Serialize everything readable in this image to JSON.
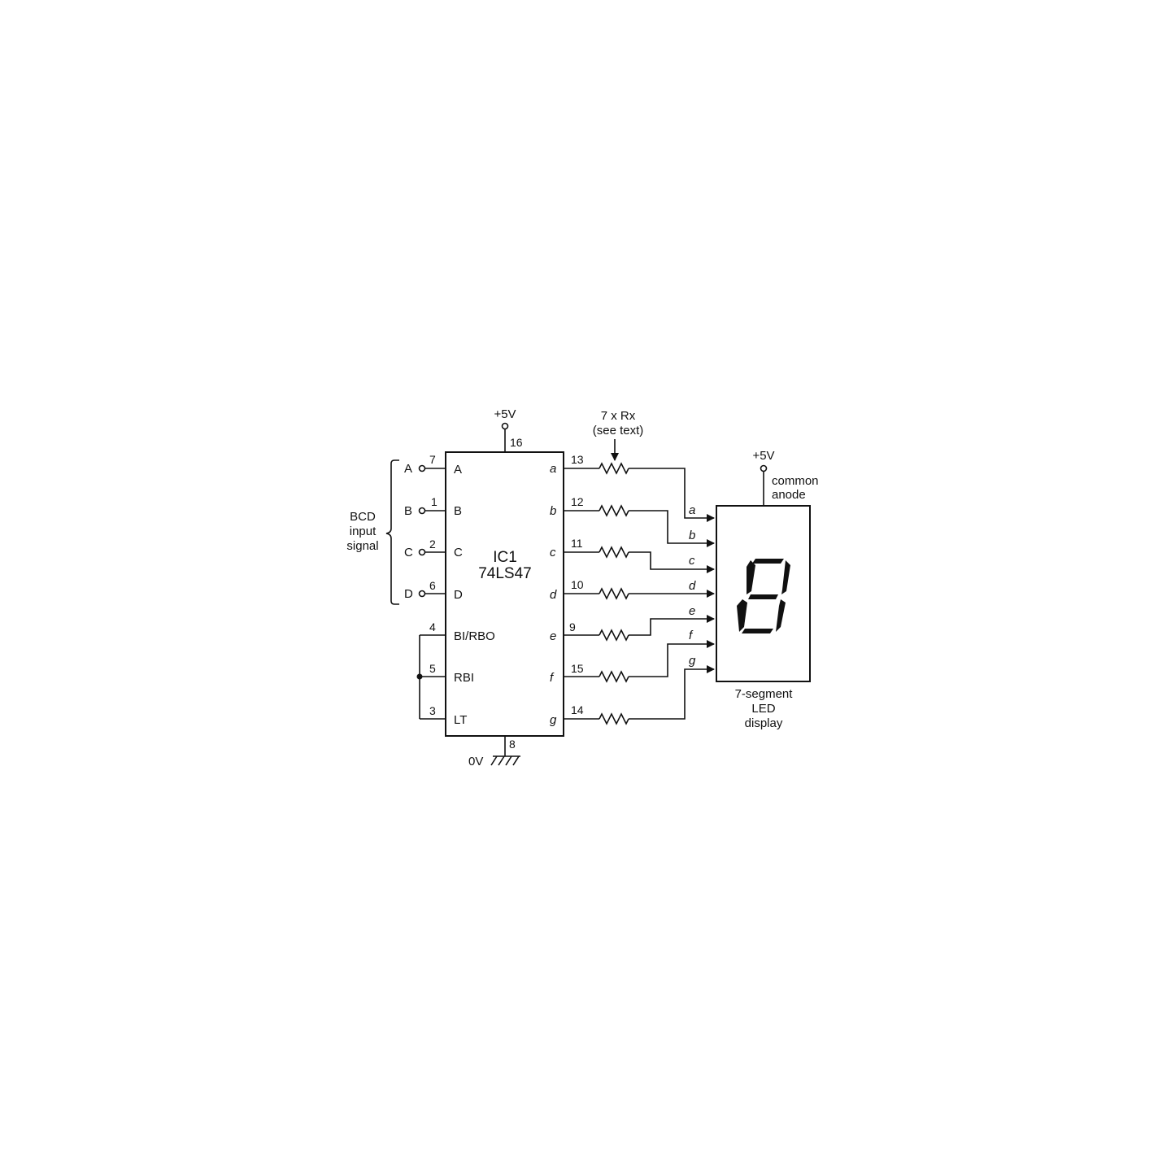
{
  "ic": {
    "name": "IC1",
    "part": "74LS47",
    "vcc_label": "+5V",
    "vcc_pin": "16",
    "gnd_label": "0V",
    "gnd_pin": "8",
    "inputs": [
      {
        "terminal": "A",
        "pin": "7",
        "name": "A"
      },
      {
        "terminal": "B",
        "pin": "1",
        "name": "B"
      },
      {
        "terminal": "C",
        "pin": "2",
        "name": "C"
      },
      {
        "terminal": "D",
        "pin": "6",
        "name": "D"
      }
    ],
    "control_pins": [
      {
        "pin": "4",
        "name": "BI/RBO"
      },
      {
        "pin": "5",
        "name": "RBI"
      },
      {
        "pin": "3",
        "name": "LT"
      }
    ],
    "outputs": [
      {
        "name": "a",
        "pin": "13"
      },
      {
        "name": "b",
        "pin": "12"
      },
      {
        "name": "c",
        "pin": "11"
      },
      {
        "name": "d",
        "pin": "10"
      },
      {
        "name": "e",
        "pin": "9"
      },
      {
        "name": "f",
        "pin": "15"
      },
      {
        "name": "g",
        "pin": "14"
      }
    ]
  },
  "bcd_label": [
    "BCD",
    "input",
    "signal"
  ],
  "resistors_label": [
    "7 x Rx",
    "(see text)"
  ],
  "display": {
    "supply_label": "+5V",
    "anode_label": [
      "common",
      "anode"
    ],
    "segment_inputs": [
      "a",
      "b",
      "c",
      "d",
      "e",
      "f",
      "g"
    ],
    "caption": [
      "7-segment",
      "LED",
      "display"
    ],
    "digit_shown": "8"
  }
}
